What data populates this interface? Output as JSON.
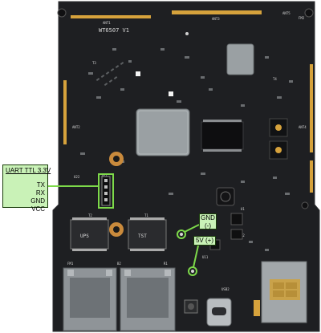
{
  "board": {
    "model_silkscreen": "WT6507 V1",
    "antenna_labels": [
      "ANT1",
      "ANT3",
      "ANT2",
      "ANT4",
      "ANT5"
    ],
    "small_silk": [
      "FM2",
      "FM1",
      "T1",
      "T2",
      "T3",
      "T4",
      "U22",
      "JP1",
      "U11",
      "U1",
      "U2",
      "USB2",
      "B2",
      "R1"
    ],
    "jack_text": [
      "UPS",
      "TST"
    ],
    "colors": {
      "pcb": "#1e1f22",
      "chip": "#9aa0a3",
      "label_fill": "#c9f2b7",
      "connector_line": "#7dd94a",
      "copper_pad": "#c98a3c"
    }
  },
  "labels": {
    "uart": {
      "title": "UART TTL 3.3V",
      "pins": [
        "TX",
        "RX",
        "GND",
        "VCC"
      ]
    },
    "gnd": {
      "line1": "GND",
      "line2": "(-)"
    },
    "fivev": {
      "text": "5V (+)"
    }
  }
}
